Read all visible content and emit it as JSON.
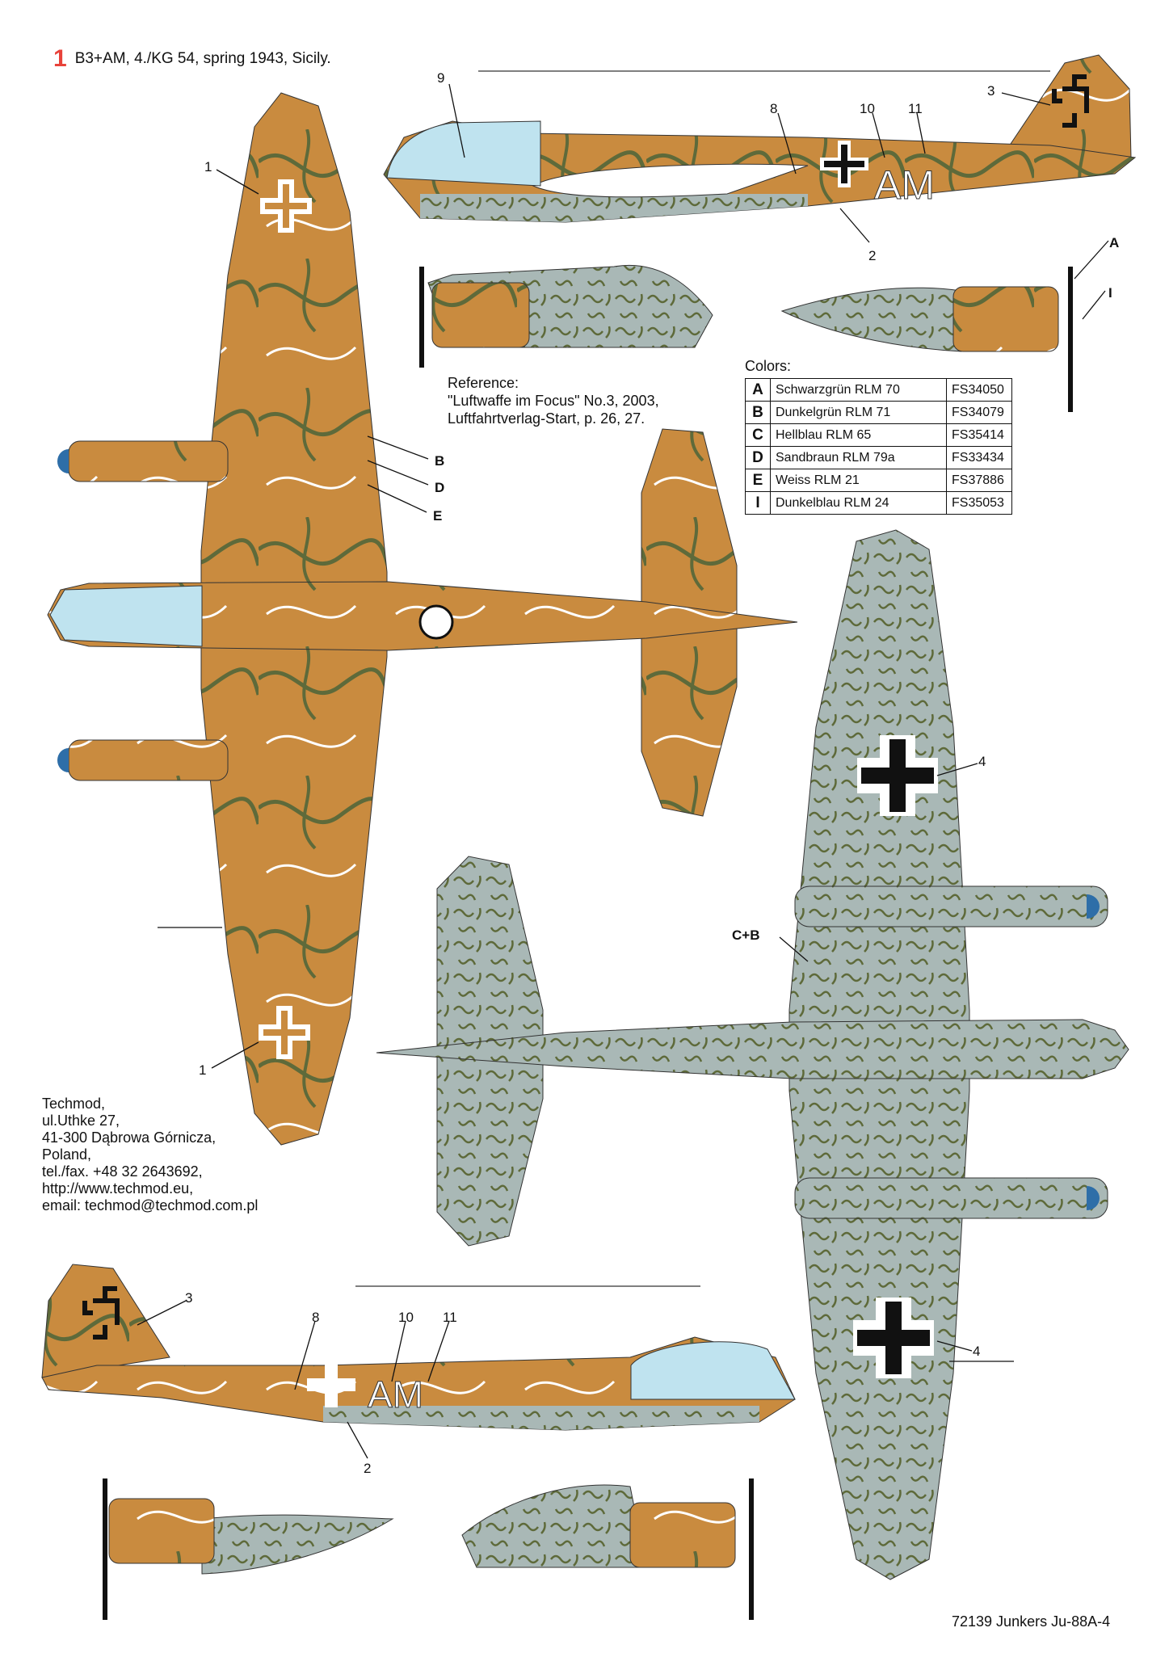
{
  "header": {
    "number": "1",
    "title": "B3+AM, 4./KG 54, spring 1943, Sicily."
  },
  "reference": {
    "label": "Reference:",
    "line1": "\"Luftwaffe im Focus\"  No.3, 2003,",
    "line2": "Luftfahrtverlag-Start, p. 26, 27."
  },
  "colors": {
    "label": "Colors:",
    "rows": [
      {
        "key": "A",
        "name": "Schwarzgrün RLM 70",
        "fs": "FS34050"
      },
      {
        "key": "B",
        "name": "Dunkelgrün RLM 71",
        "fs": "FS34079"
      },
      {
        "key": "C",
        "name": "Hellblau RLM 65",
        "fs": "FS35414"
      },
      {
        "key": "D",
        "name": "Sandbraun RLM 79a",
        "fs": "FS33434"
      },
      {
        "key": "E",
        "name": "Weiss RLM 21",
        "fs": "FS37886"
      },
      {
        "key": "I",
        "name": "Dunkelblau RLM 24",
        "fs": "FS35053"
      }
    ]
  },
  "address": {
    "lines": [
      "Techmod,",
      "ul.Uthke 27,",
      "41-300 Dąbrowa Górnicza,",
      "Poland,",
      "tel./fax. +48 32 2643692,",
      "http://www.techmod.eu,",
      "email: techmod@techmod.com.pl"
    ]
  },
  "footer": "72139 Junkers Ju-88A-4",
  "codes": {
    "top_profile": "AM",
    "bottom_profile": "AM"
  },
  "callouts": {
    "c9": "9",
    "c8a": "8",
    "c10a": "10",
    "c11a": "11",
    "c3a": "3",
    "c2a": "2",
    "cA": "A",
    "cI": "I",
    "c1a": "1",
    "c1b": "1",
    "cB": "B",
    "cD": "D",
    "cE": "E",
    "c4a": "4",
    "c4b": "4",
    "cCB": "C+B",
    "c3b": "3",
    "c8b": "8",
    "c10b": "10",
    "c11b": "11",
    "c2b": "2"
  },
  "palette": {
    "sand": "#c98b3f",
    "green": "#5e6a3a",
    "hellblau": "#a9b8b6",
    "glass": "#bfe3ef",
    "accent": "#e8423a"
  }
}
